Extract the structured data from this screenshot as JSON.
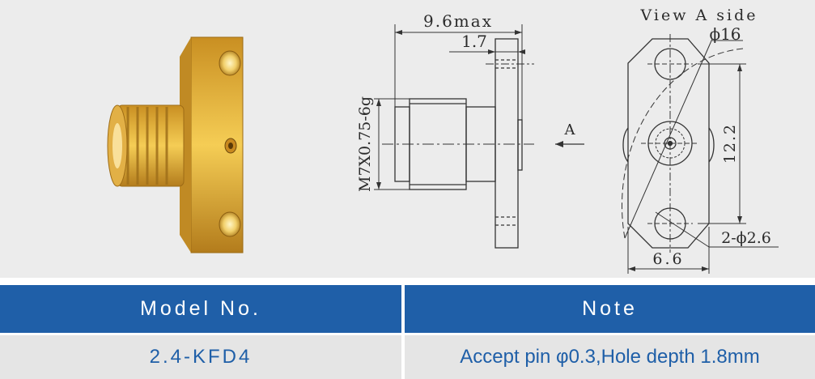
{
  "drawing": {
    "dim_overall": "9.6max",
    "dim_flange": "1.7",
    "thread_label": "M7X0.75-6g",
    "view_arrow_label": "A",
    "view_title": "View A side",
    "dim_circle": "ϕ16",
    "dim_hole_pitch": "12.2",
    "dim_width": "6.6",
    "dim_holes": "2-ϕ2.6"
  },
  "table": {
    "headers": [
      "Model No.",
      "Note"
    ],
    "rows": [
      [
        "2.4-KFD4",
        "Accept pin φ0.3,Hole depth 1.8mm"
      ]
    ]
  },
  "colors": {
    "header_bg": "#1f5fa8",
    "row_bg": "#e5e5e5",
    "row_text": "#1f5fa8",
    "gold": "#e6b63c"
  }
}
